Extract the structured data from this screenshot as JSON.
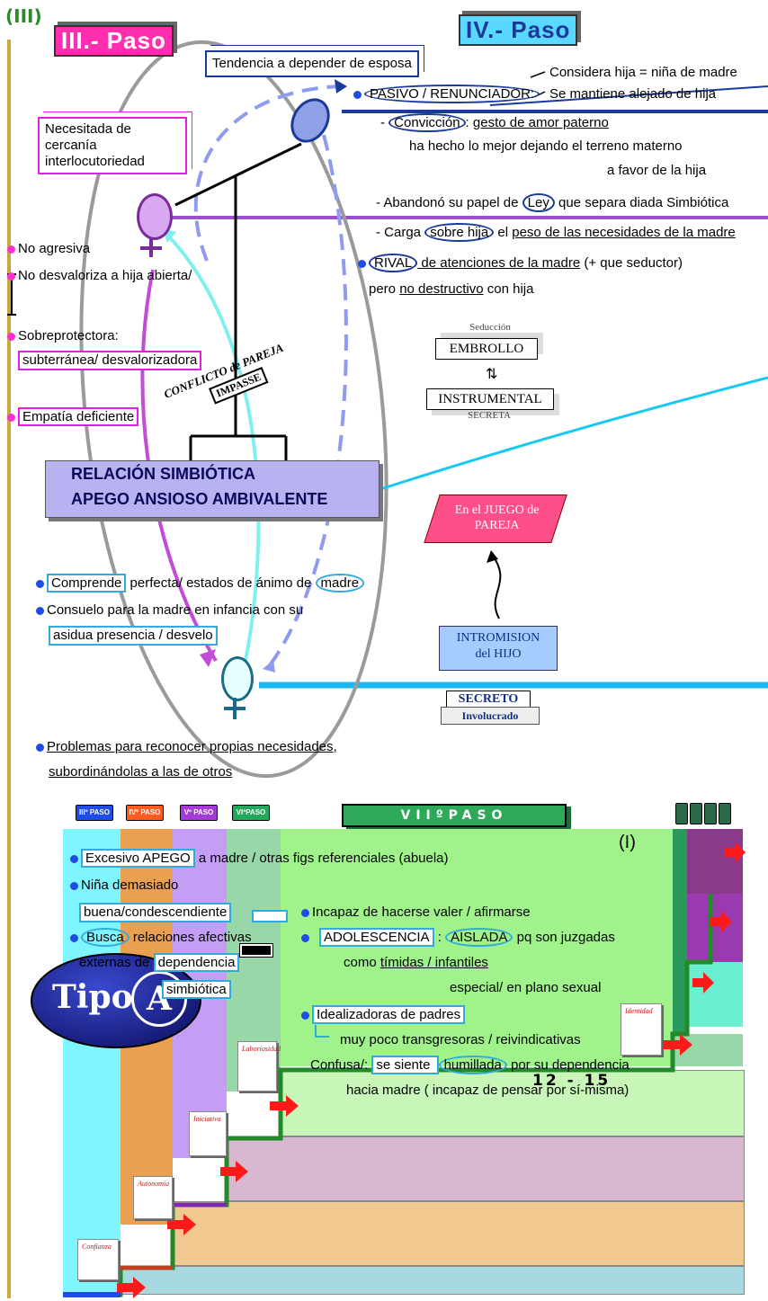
{
  "header": {
    "roman": "(III)",
    "paso3": "III.- Paso",
    "paso4": "IV.- Paso"
  },
  "father": {
    "tendencia": "Tendencia a depender de esposa",
    "considera": "Considera  hija = niña de  madre",
    "alejado": "Se mantiene alejado de hija",
    "pasivo": "PASIVO / RENUNCIADOR:",
    "conviccion_a": "- ",
    "conviccion_b": "Convicción",
    "conviccion_c": ": ",
    "conviccion_d": "gesto de amor paterno",
    "line2": "ha hecho lo mejor dejando el terreno materno",
    "line3": "a favor de la hija",
    "abandono_a": "- Abandonó su papel de ",
    "abandono_b": "Ley",
    "abandono_c": " que separa diada Simbiótica",
    "carga_a": "- Carga ",
    "carga_b": "sobre hija",
    "carga_c": " el ",
    "carga_d": "peso de las necesidades de la madre",
    "rival_a": "RIVAL",
    "rival_b": " de atenciones de la madre",
    "rival_c": " (+ que seductor)",
    "pero_a": "pero ",
    "pero_b": "no destructivo",
    "pero_c": " con hija"
  },
  "mother": {
    "necesitada": "Necesitada de cercanía interlocutoriedad",
    "no_agresiva": "No agresiva",
    "no_desvaloriza": "No desvaloriza a hija abierta/",
    "sobreprotectora": "Sobreprotectora:",
    "subterranea": "subterránea/ desvalorizadora",
    "empatia": "Empatía deficiente"
  },
  "center": {
    "conflicto": "CONFLICTO de PAREJA",
    "impasse": "IMPASSE",
    "rel1": "RELACIÓN SIMBIÓTICA",
    "rel2": "APEGO ANSIOSO AMBIVALENTE",
    "seduccion": "Seducción",
    "embrollo": "EMBROLLO",
    "instrumental": "INSTRUMENTAL",
    "secreta": "SECRETA",
    "juego": "En el JUEGO de PAREJA",
    "intromision1": "INTROMISION",
    "intromision2": "del HIJO",
    "secreto": "SECRETO",
    "involucrado": "Involucrado"
  },
  "child": {
    "comprende": "Comprende",
    "perfecta": " perfecta/ estados de ánimo de ",
    "madre": "madre",
    "consuelo": "Consuelo para la madre en infancia con su",
    "asidua": "asidua presencia / desvelo",
    "problemas": "Problemas para reconocer propias necesidades,",
    "subordinandolas": "subordinándolas a las de otros"
  },
  "steps": {
    "tabs": [
      "IIIº PASO",
      "IVº PASO",
      "Vº PASO",
      "VIºPASO"
    ],
    "vii": "VIIºPASO",
    "index": "(I)",
    "age": "12 - 15",
    "tipo": "Tipo",
    "tipo_letter": "A"
  },
  "stepbox": {
    "excesivo": "Excesivo APEGO",
    "a_madre": " a madre / otras figs referenciales (abuela)",
    "nina": "Niña demasiado",
    "buena": "buena/condescendiente",
    "incapaz": "Incapaz de hacerse valer / afirmarse",
    "busca": "Busca",
    "relaciones": " relaciones afectivas",
    "externas": "externas de ",
    "dependencia": "dependencia",
    "simbiotica": "simbiótica",
    "adolescencia": "ADOLESCENCIA",
    "colon": " : ",
    "aislada": "AISLADA",
    "pq": " pq son juzgadas",
    "como_a": "como ",
    "como_b": "tímidas / infantiles",
    "especial": "especial/ en plano sexual",
    "idealizadoras": "Idealizadoras de padres",
    "muy_poco": "muy poco transgresoras / reivindicativas",
    "confusa_a": "Confusa/: ",
    "confusa_b": "se siente ",
    "confusa_c": "humillada",
    "confusa_d": " por su dependencia",
    "hacia": "hacia madre ( incapaz de pensar por sí-misma)"
  },
  "cards": [
    "Confianza",
    "Autonomía",
    "Iniciativa",
    "Laboriosidad",
    "Identidad"
  ]
}
